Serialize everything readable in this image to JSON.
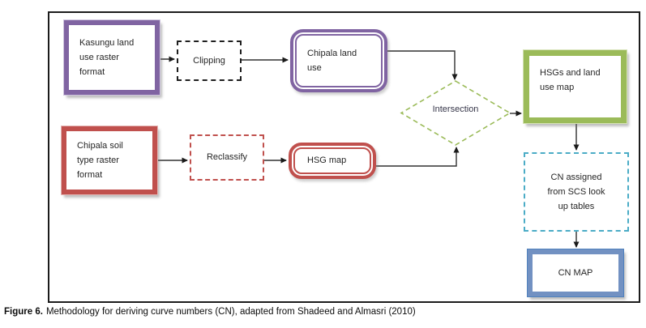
{
  "theme": {
    "purple": "#8064A2",
    "red": "#C0504D",
    "green": "#9BBB59",
    "cyan": "#4BACC6",
    "blue": "#7291C2",
    "arrow": "#303030"
  },
  "nodes": {
    "kasungu": "Kasungu land\nuse raster\nformat",
    "clipping": "Clipping",
    "chipala_land_use": "Chipala land\nuse",
    "intersection": "Intersection",
    "hsgs_land_use_map": "HSGs and land\nuse map",
    "soil": "Chipala soil\ntype raster\nformat",
    "reclassify": "Reclassify",
    "hsg_map": "HSG map",
    "cn_assigned": "CN assigned\nfrom SCS look\nup tables",
    "cn_map": "CN MAP"
  },
  "caption": {
    "label": "Figure 6.",
    "text": "Methodology for deriving curve numbers (CN), adapted from Shadeed and Almasri (2010)"
  }
}
